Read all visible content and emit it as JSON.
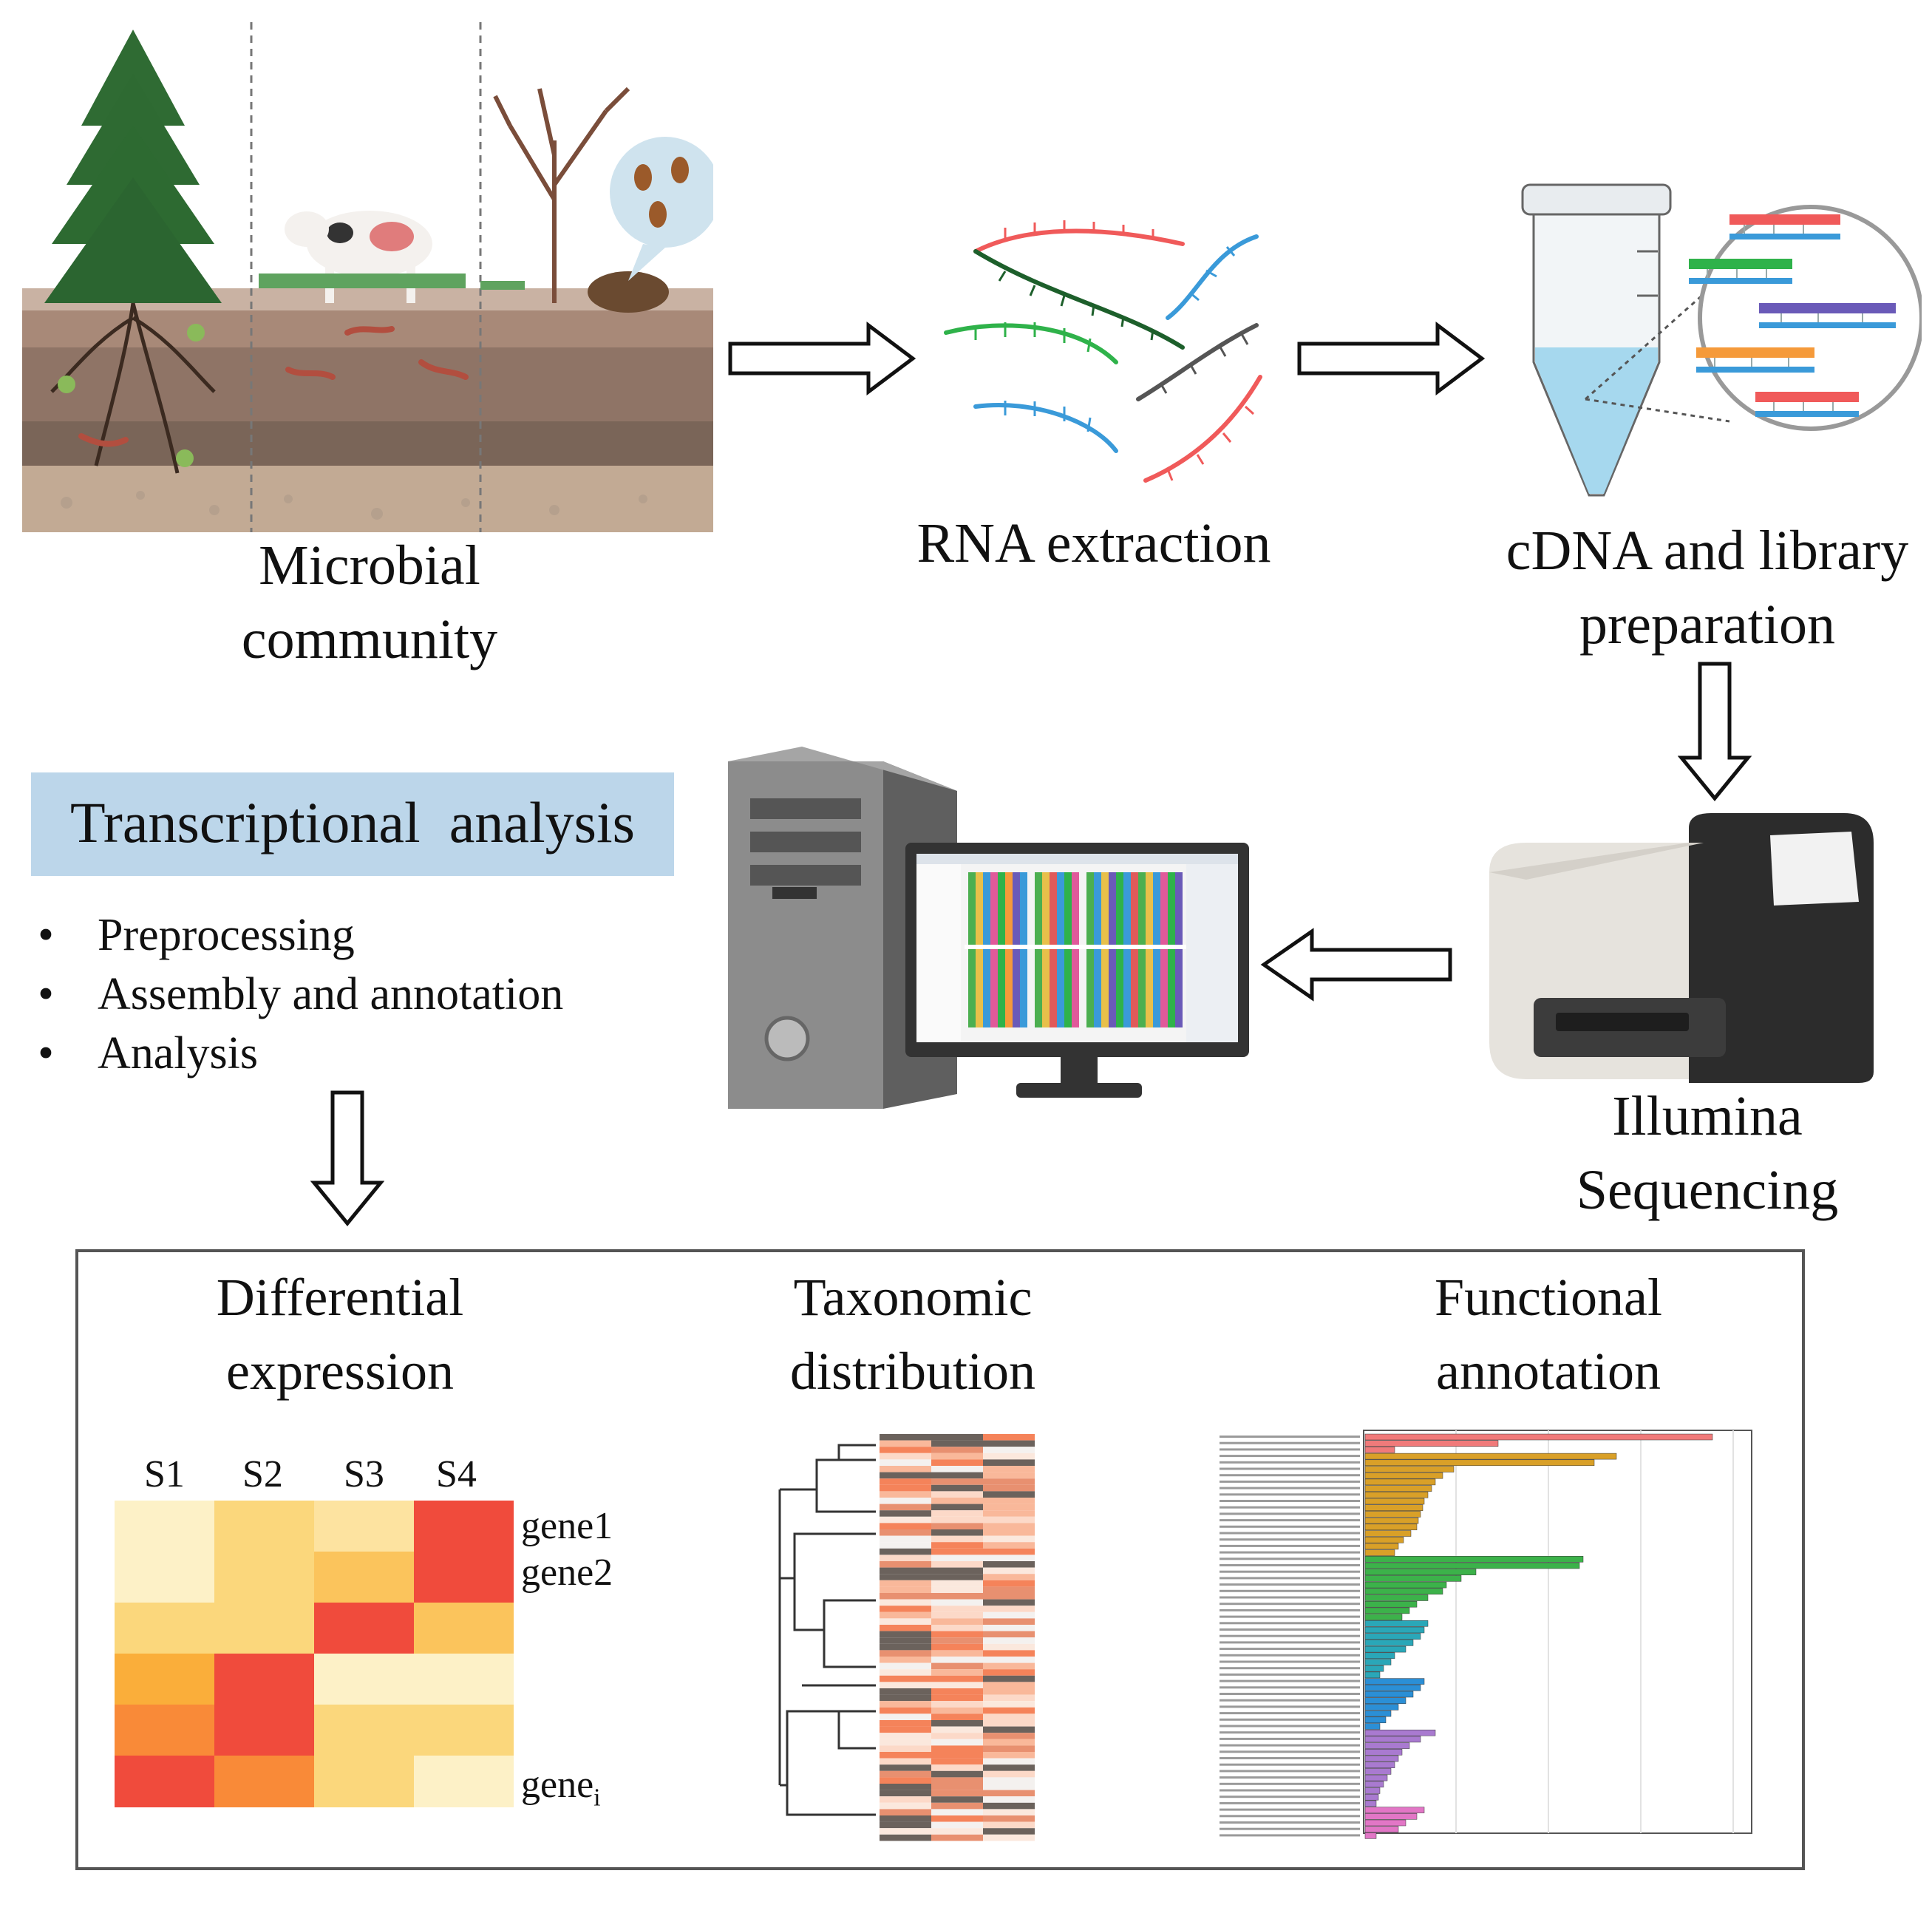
{
  "steps": {
    "microbial_community": [
      "Microbial",
      "community"
    ],
    "rna_extraction": "RNA extraction",
    "cdna_library": [
      "cDNA and library",
      "preparation"
    ],
    "illumina": [
      "Illumina",
      "Sequencing"
    ]
  },
  "analysis": {
    "title": "Transcriptional  analysis",
    "bullets": [
      "Preprocessing",
      "Assembly and annotation",
      "Analysis"
    ]
  },
  "results": {
    "differential_expression": {
      "title": [
        "Differential",
        "expression"
      ],
      "samples": [
        "S1",
        "S2",
        "S3",
        "S4"
      ],
      "genes": [
        "gene1",
        "gene2",
        "gene"
      ],
      "gene_subscript": "i"
    },
    "taxonomic": {
      "title": [
        "Taxonomic",
        "distribution"
      ]
    },
    "functional": {
      "title": [
        "Functional",
        "annotation"
      ]
    }
  },
  "colors": {
    "title_box": "#bcd6ea",
    "heat_low": "#fdf1c7",
    "heat_mid": "#fbd77c",
    "heat_orange": "#f99a3a",
    "heat_high": "#f04b3c",
    "rna_red": "#f05a5a",
    "rna_green": "#2fb24a",
    "rna_darkgreen": "#1d5f2b",
    "rna_blue": "#3a9ad9",
    "rna_gray": "#555555"
  }
}
